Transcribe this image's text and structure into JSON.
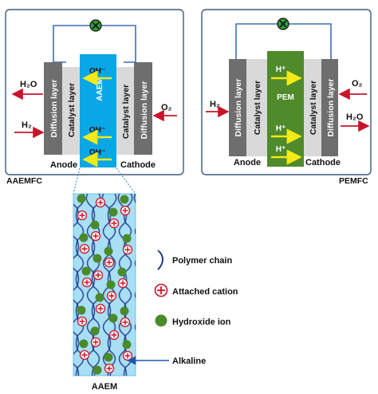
{
  "aaemfc": {
    "caption": "AAEMFC",
    "membrane": "AAEM",
    "ions": [
      "OH⁻",
      "OH⁻",
      "OH⁻"
    ],
    "left_diffusion": "Diffusion layer",
    "left_catalyst": "Catalyst layer",
    "right_catalyst": "Catalyst layer",
    "right_diffusion": "Diffusion layer",
    "anode": "Anode",
    "cathode": "Cathode",
    "h2o_out": "H₂O",
    "h2_in": "H₂",
    "o2_in": "O₂"
  },
  "pemfc": {
    "caption": "PEMFC",
    "membrane": "PEM",
    "ions": [
      "H⁺",
      "H⁺",
      "H⁺"
    ],
    "left_diffusion": "Diffusion layer",
    "left_catalyst": "Catalyst layer",
    "right_catalyst": "Catalyst layer",
    "right_diffusion": "Diffusion layer",
    "anode": "Anode",
    "cathode": "Cathode",
    "h2_in": "H₂",
    "o2_in": "O₂",
    "h2o_out": "H₂O"
  },
  "zoom": {
    "caption": "AAEM",
    "legend_polymer": "Polymer chain",
    "legend_cation": "Attached cation",
    "legend_hydroxide": "Hydroxide ion",
    "alkaline": "Alkaline"
  },
  "colors": {
    "aaem": "#0aa7e6",
    "pem": "#4f8a2b",
    "cation": "#c8142a",
    "hydroxide": "#4a8a2a",
    "chain": "#1f3a8a",
    "arrow": "#c8142a",
    "ion_arrow": "#f3ea17",
    "diffusion": "#6e6e6e",
    "catalyst": "#d9d9d9"
  }
}
